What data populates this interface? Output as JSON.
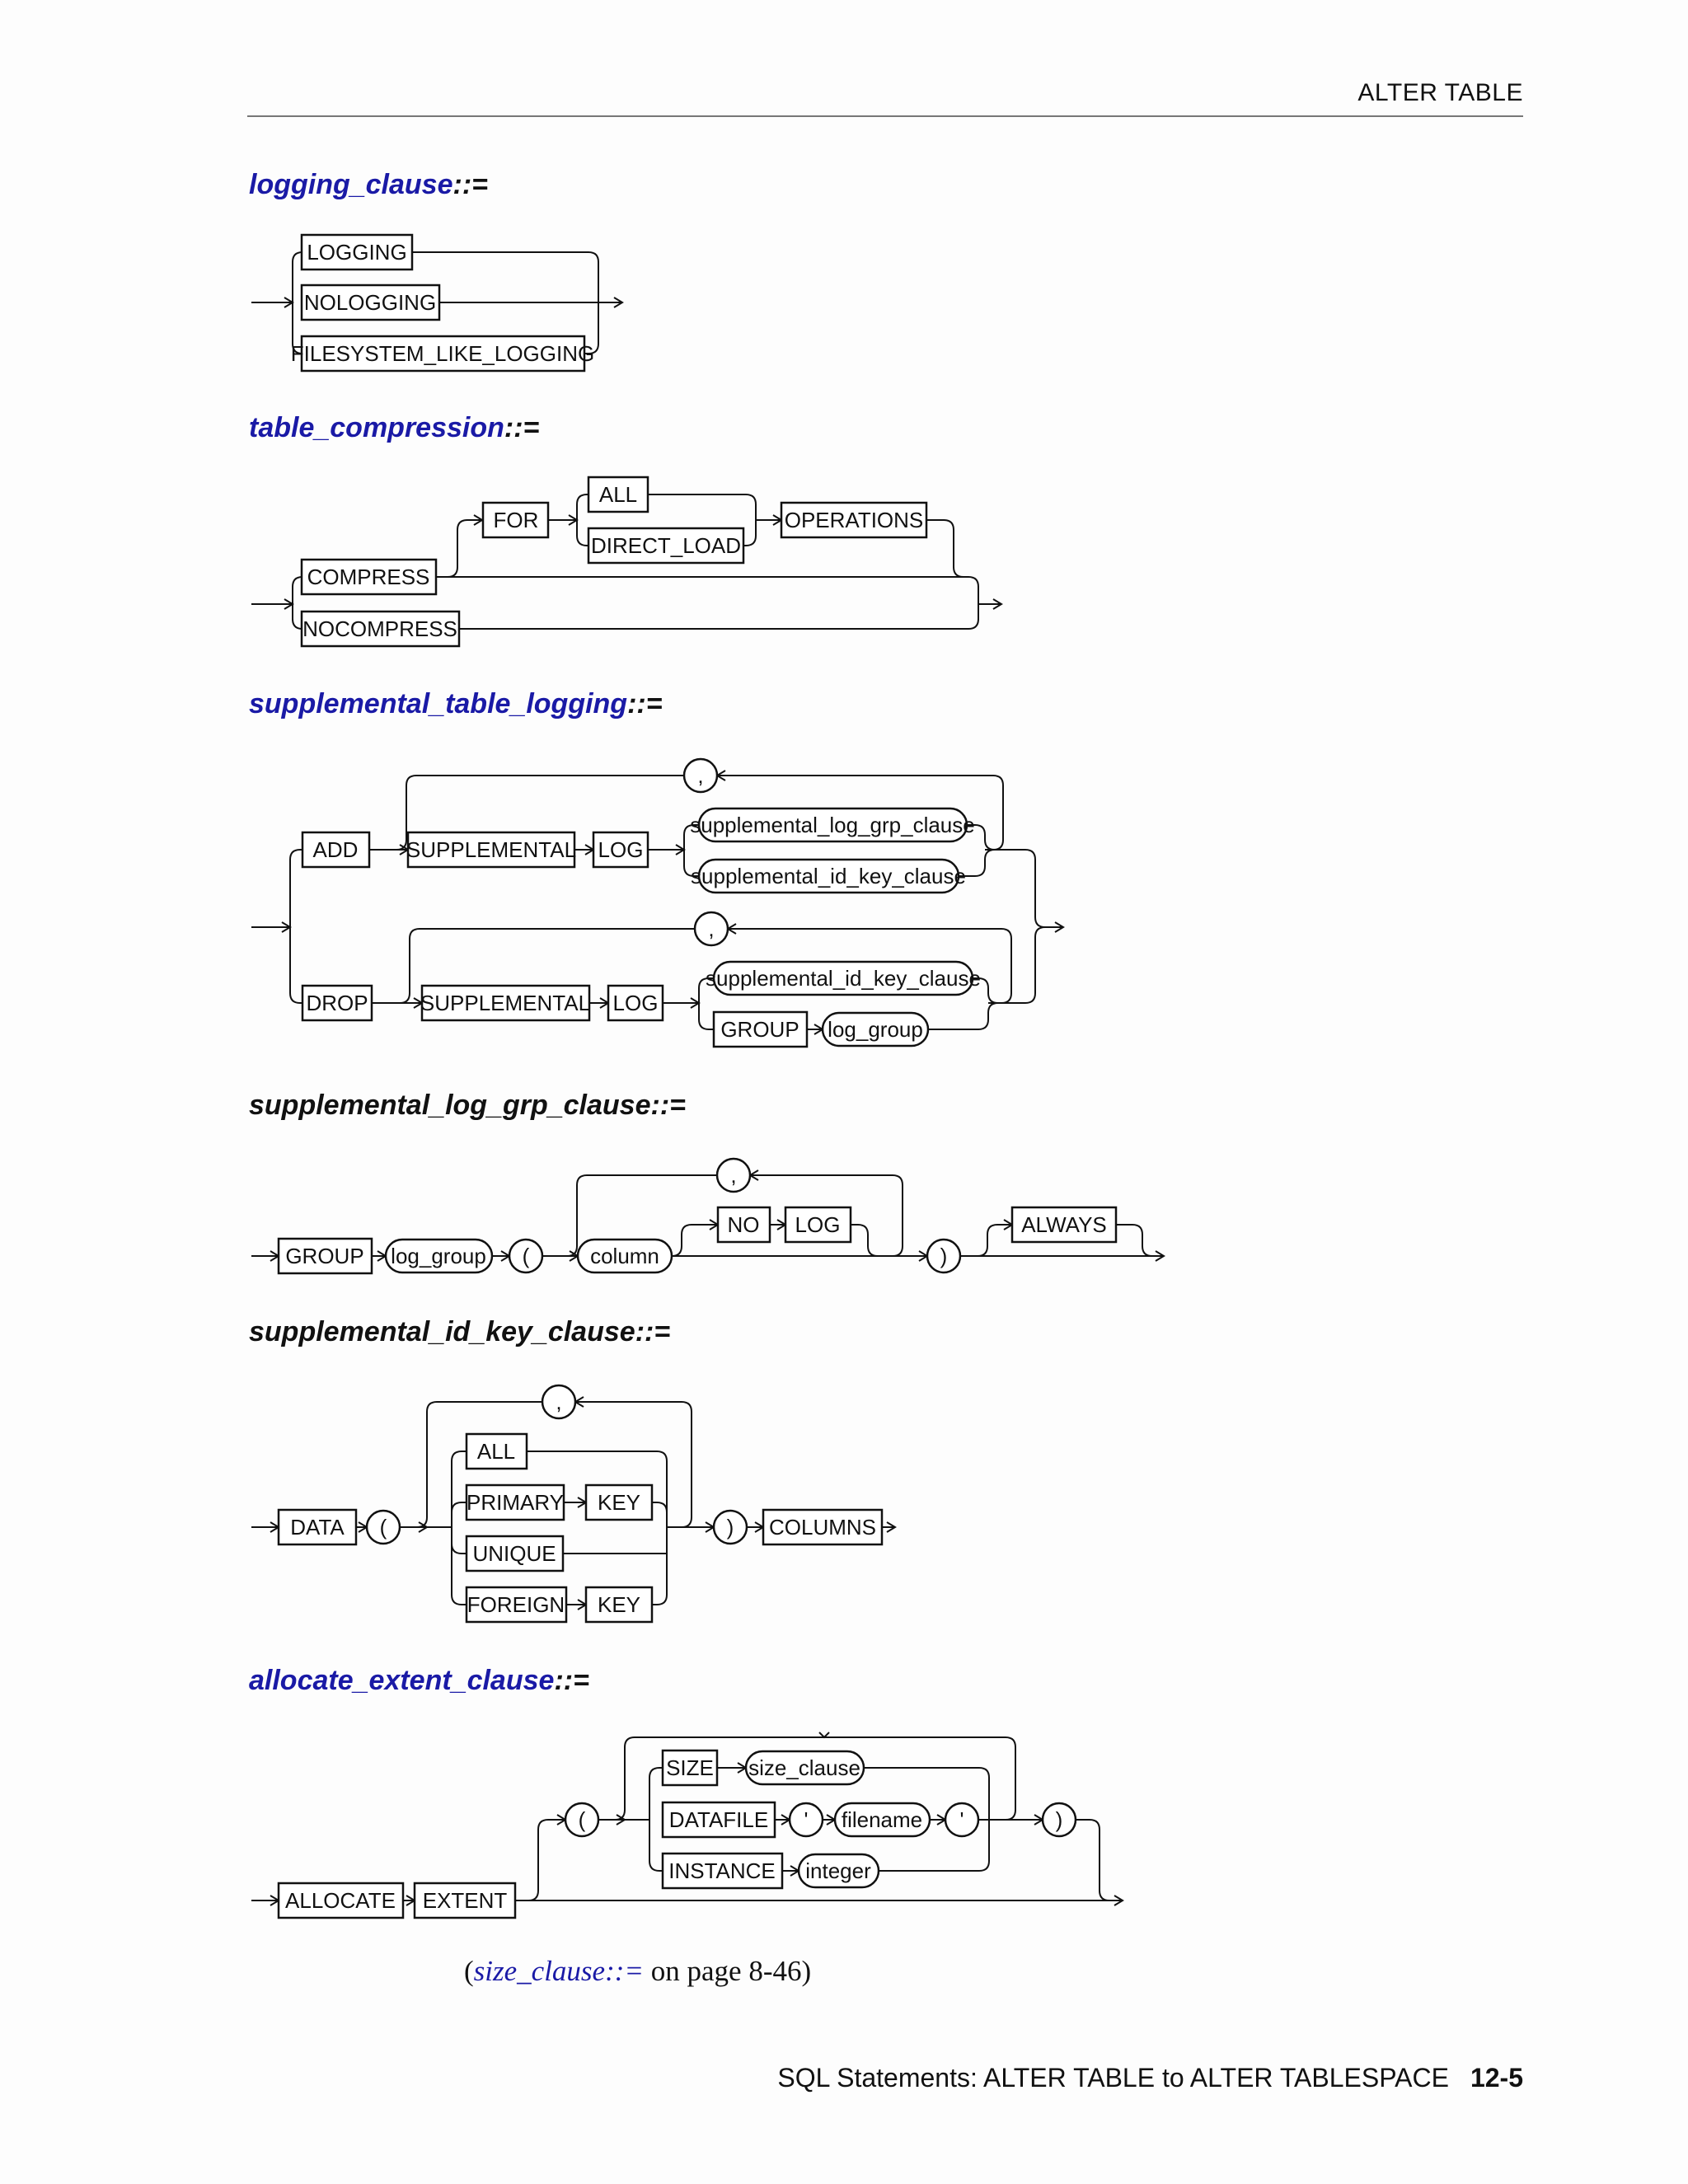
{
  "header": {
    "running_title": "ALTER TABLE"
  },
  "sections": [
    {
      "name": "logging_clause",
      "op": "::=",
      "tokens": {
        "logging": "LOGGING",
        "nologging": "NOLOGGING",
        "filesystem": "FILESYSTEM_LIKE_LOGGING"
      }
    },
    {
      "name": "table_compression",
      "op": "::=",
      "tokens": {
        "compress": "COMPRESS",
        "for": "FOR",
        "all": "ALL",
        "direct_load": "DIRECT_LOAD",
        "operations": "OPERATIONS",
        "nocompress": "NOCOMPRESS"
      }
    },
    {
      "name": "supplemental_table_logging",
      "op": "::=",
      "tokens": {
        "add": "ADD",
        "supplemental": "SUPPLEMENTAL",
        "log": "LOG",
        "comma": ",",
        "grp_clause": "supplemental_log_grp_clause",
        "id_key_clause": "supplemental_id_key_clause",
        "drop": "DROP",
        "group": "GROUP",
        "log_group": "log_group"
      }
    },
    {
      "name": "supplemental_log_grp_clause",
      "op": "::=",
      "tokens": {
        "group": "GROUP",
        "log_group": "log_group",
        "lparen": "(",
        "column": "column",
        "comma": ",",
        "no": "NO",
        "log": "LOG",
        "rparen": ")",
        "always": "ALWAYS"
      }
    },
    {
      "name": "supplemental_id_key_clause",
      "op": "::=",
      "tokens": {
        "data": "DATA",
        "lparen": "(",
        "comma": ",",
        "all": "ALL",
        "primary": "PRIMARY",
        "key": "KEY",
        "unique": "UNIQUE",
        "foreign": "FOREIGN",
        "rparen": ")",
        "columns": "COLUMNS"
      }
    },
    {
      "name": "allocate_extent_clause",
      "op": "::=",
      "tokens": {
        "allocate": "ALLOCATE",
        "extent": "EXTENT",
        "lparen": "(",
        "size": "SIZE",
        "size_clause": "size_clause",
        "datafile": "DATAFILE",
        "quote": "'",
        "filename": "filename",
        "instance": "INSTANCE",
        "integer": "integer",
        "rparen": ")"
      }
    }
  ],
  "reference_note": {
    "open": "(",
    "link": "size_clause::=",
    "rest": " on page 8-46)"
  },
  "footer": {
    "title": "SQL Statements: ALTER TABLE to ALTER TABLESPACE",
    "page": "12-5"
  },
  "colors": {
    "link": "#1a1aa6",
    "text": "#111111",
    "rule": "#777777"
  }
}
